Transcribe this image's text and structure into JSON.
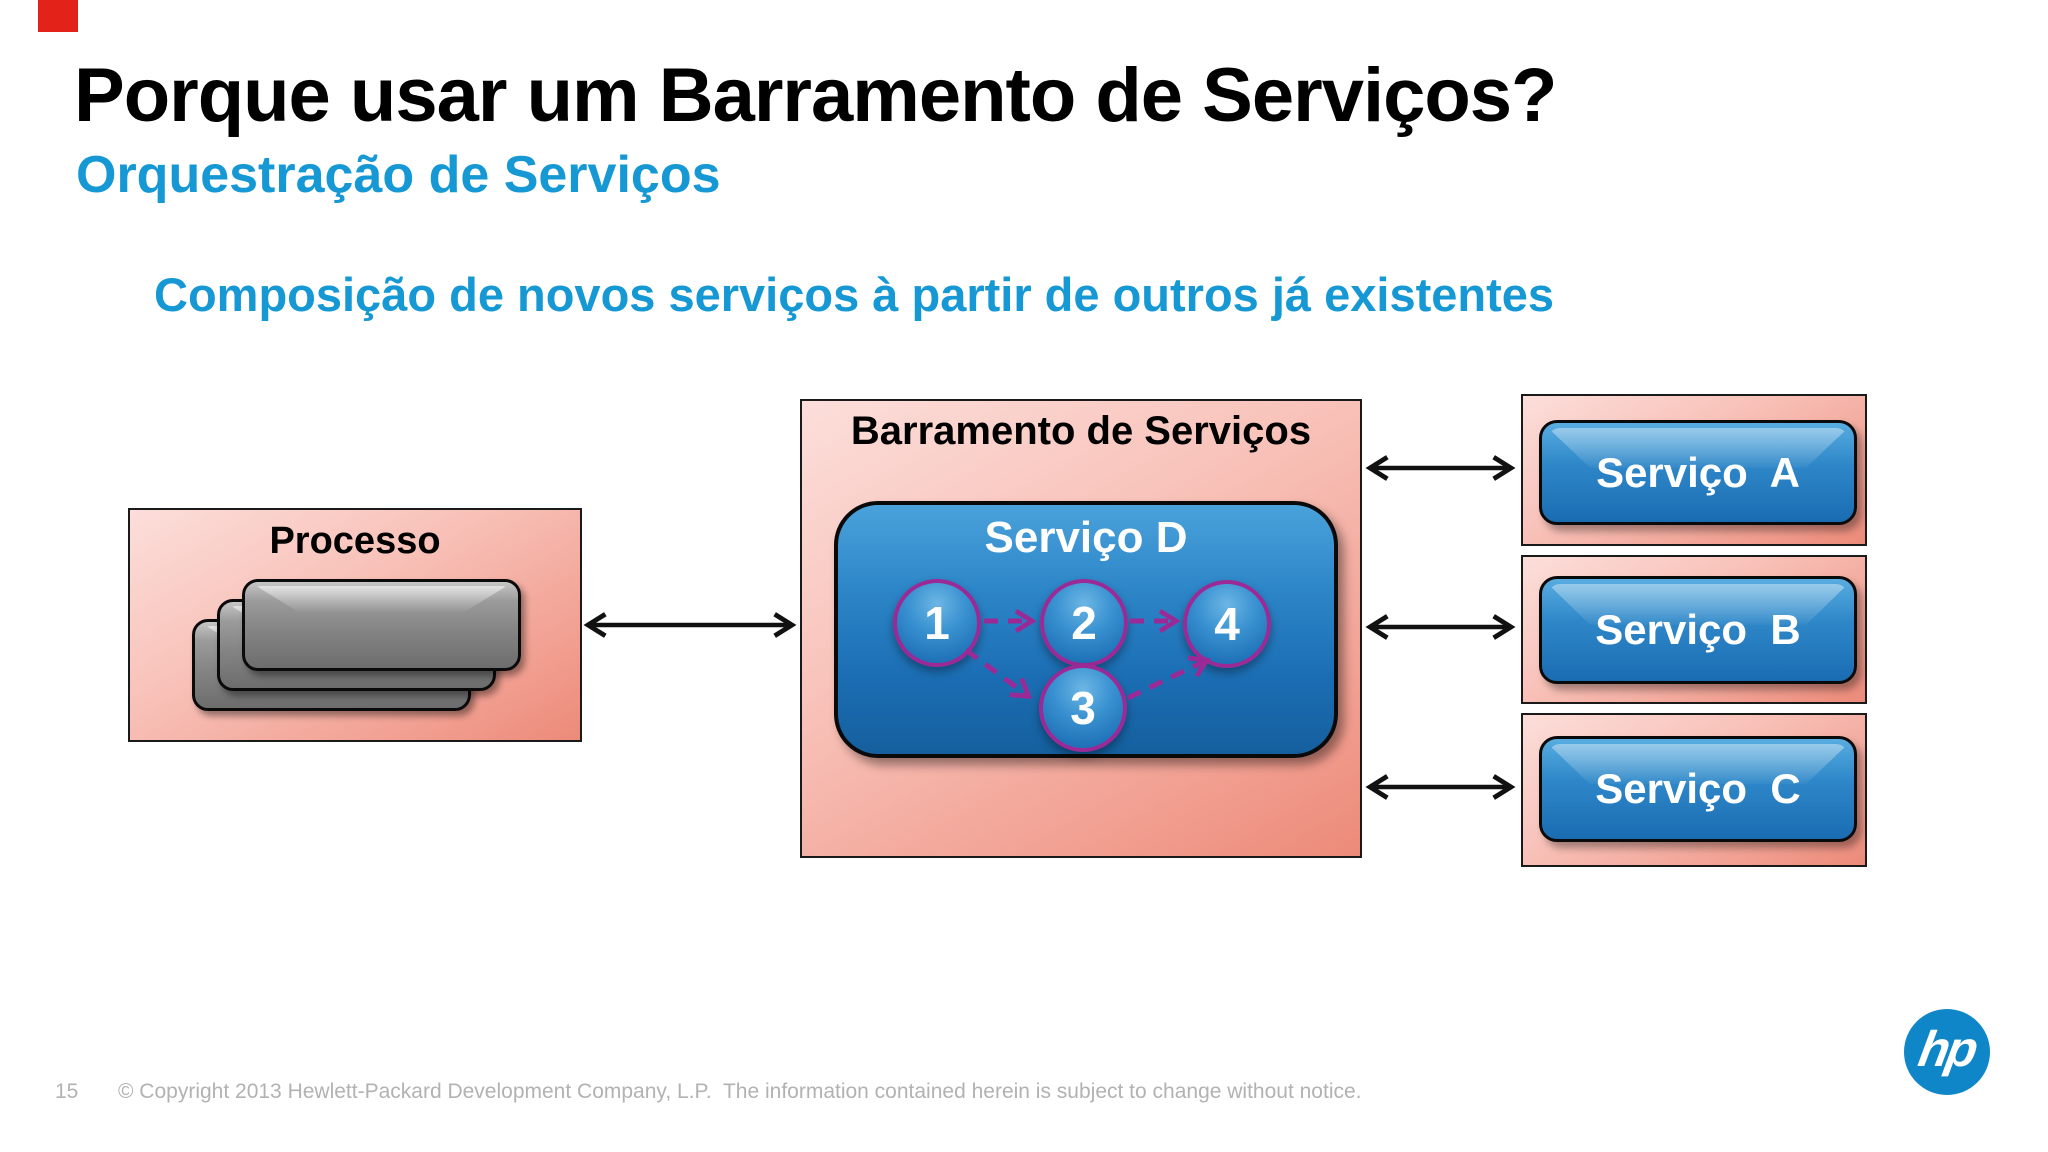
{
  "slide": {
    "title": "Porque usar um Barramento de Serviços?",
    "subtitle": "Orquestração de Serviços",
    "statement": "Composição de novos serviços à partir de outros já existentes"
  },
  "colors": {
    "accent_red": "#e32219",
    "heading_blue": "#1598d4",
    "hp_blue": "#0f86c8",
    "flow_magenta": "#9c2a96",
    "panel_pink_light": "#fcdeda",
    "panel_pink_deep": "#ec8a79",
    "button_blue_top": "#58ace0",
    "button_blue_bottom": "#1a6cb2"
  },
  "diagram": {
    "processo": {
      "label": "Processo"
    },
    "barramento": {
      "label": "Barramento de Serviços",
      "servico_d": {
        "label": "Serviço D",
        "steps": [
          "1",
          "2",
          "3",
          "4"
        ]
      }
    },
    "services": [
      {
        "label": "Serviço  A"
      },
      {
        "label": "Serviço  B"
      },
      {
        "label": "Serviço  C"
      }
    ]
  },
  "footer": {
    "page_number": "15",
    "copyright": "© Copyright 2013 Hewlett-Packard Development Company, L.P.  The information contained herein is subject to change without notice."
  },
  "logo": {
    "text": "hp"
  }
}
